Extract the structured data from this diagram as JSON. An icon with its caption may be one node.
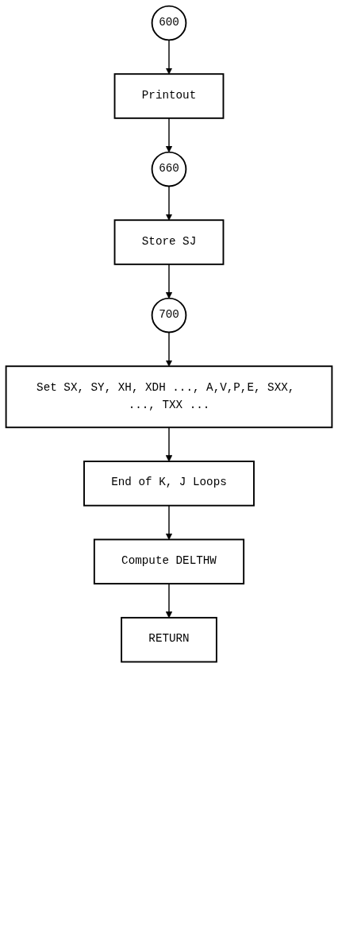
{
  "diagram": {
    "nodes": [
      {
        "text": [
          "600"
        ]
      },
      {
        "text": [
          "Printout"
        ]
      },
      {
        "text": [
          "660"
        ]
      },
      {
        "text": [
          "Store SJ"
        ]
      },
      {
        "text": [
          "700"
        ]
      },
      {
        "text": [
          "Set SX, SY, XH, XDH ..., A,V,P,E, SXX, ..., TXX ..."
        ]
      },
      {
        "text": [
          "End of K, J Loops"
        ]
      },
      {
        "text": [
          "Compute DELTHW"
        ]
      },
      {
        "text": [
          "RETURN"
        ]
      }
    ],
    "edges": [
      {
        "from": 0,
        "to": 1,
        "arrow": "to"
      },
      {
        "from": 1,
        "to": 2,
        "arrow": "to"
      },
      {
        "from": 2,
        "to": 3,
        "arrow": "to"
      },
      {
        "from": 3,
        "to": 4,
        "arrow": "to"
      },
      {
        "from": 4,
        "to": 5,
        "arrow": "to"
      },
      {
        "from": 5,
        "to": 6,
        "arrow": "to"
      },
      {
        "from": 6,
        "to": 7,
        "arrow": "to"
      },
      {
        "from": 7,
        "to": 8,
        "arrow": "to"
      }
    ]
  }
}
